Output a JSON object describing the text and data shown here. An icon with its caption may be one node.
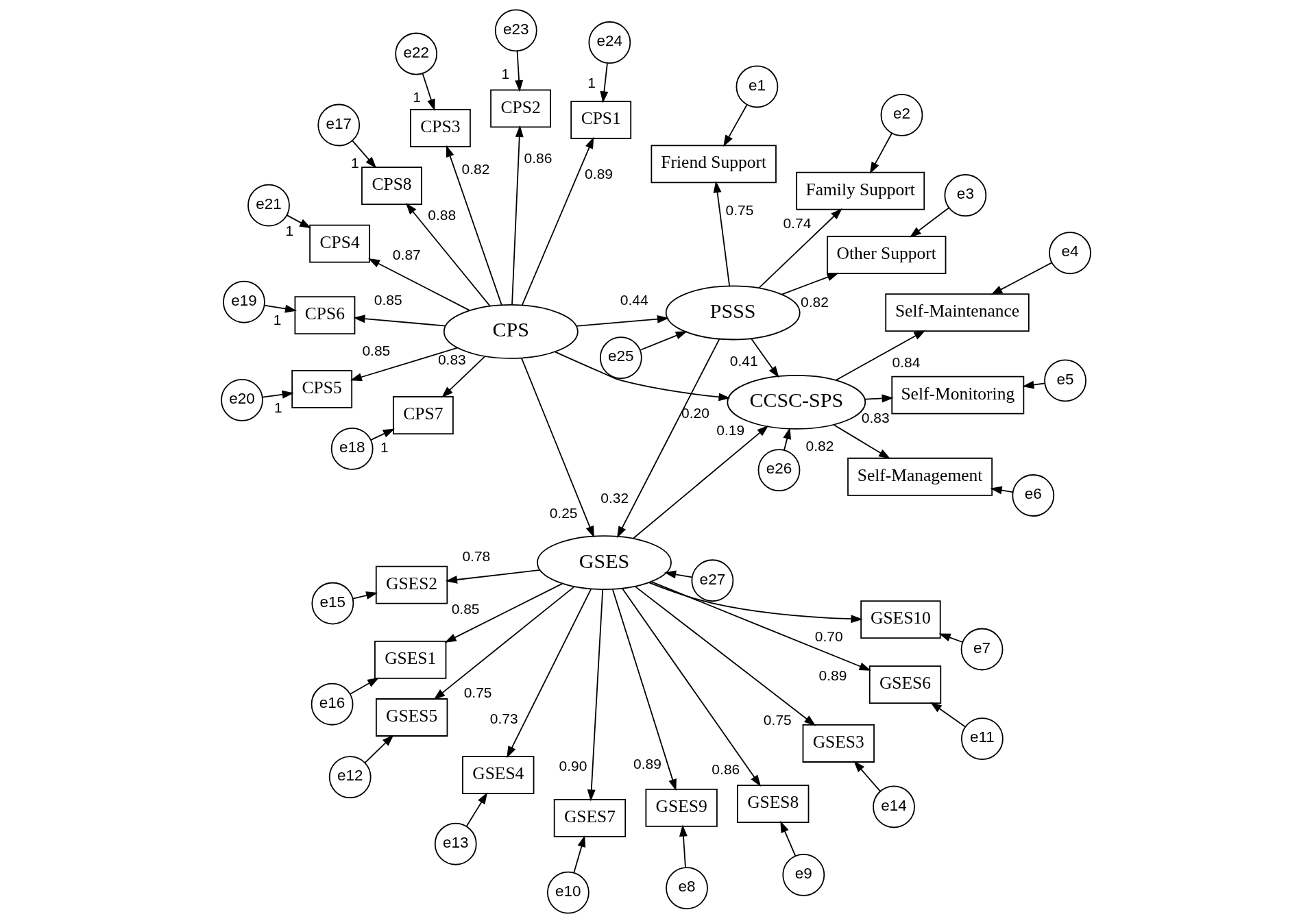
{
  "diagram": {
    "nodes": [
      {
        "text": [
          "e1"
        ]
      },
      {
        "text": [
          "e2"
        ]
      },
      {
        "text": [
          "e3"
        ]
      },
      {
        "text": [
          "Friend Support"
        ]
      },
      {
        "text": [
          "Family Support"
        ]
      },
      {
        "text": [
          "Other Support"
        ]
      },
      {
        "text": [
          "e25"
        ]
      },
      {
        "text": [
          "e24"
        ]
      },
      {
        "text": [
          "CPS1"
        ]
      },
      {
        "text": [
          "PSSS"
        ]
      },
      {
        "text": [
          "e23"
        ]
      },
      {
        "text": [
          "CPS2"
        ]
      },
      {
        "text": [
          "e22"
        ]
      },
      {
        "text": [
          "CPS3"
        ]
      },
      {
        "text": [
          "Self-Maintenance"
        ]
      },
      {
        "text": [
          "e4"
        ]
      },
      {
        "text": [
          "e21"
        ]
      },
      {
        "text": [
          "CPS4"
        ]
      },
      {
        "text": [
          "CPS"
        ]
      },
      {
        "text": [
          "CCSC-SPS"
        ]
      },
      {
        "text": [
          "Self-Monitoring"
        ]
      },
      {
        "text": [
          "e5"
        ]
      },
      {
        "text": [
          "e20"
        ]
      },
      {
        "text": [
          "CPS5"
        ]
      },
      {
        "text": [
          "Self-Management"
        ]
      },
      {
        "text": [
          "e6"
        ]
      },
      {
        "text": [
          "e19"
        ]
      },
      {
        "text": [
          "CPS6"
        ]
      },
      {
        "text": [
          "GSES"
        ]
      },
      {
        "text": [
          "e27"
        ]
      },
      {
        "text": [
          "e18"
        ]
      },
      {
        "text": [
          "CPS7"
        ]
      },
      {
        "text": [
          "e26"
        ]
      },
      {
        "text": [
          "e17"
        ]
      },
      {
        "text": [
          "CPS8"
        ]
      },
      {
        "text": [
          "GSES1"
        ]
      },
      {
        "text": [
          "GSES2"
        ]
      },
      {
        "text": [
          "GSES3"
        ]
      },
      {
        "text": [
          "GSES4"
        ]
      },
      {
        "text": [
          "GSES5"
        ]
      },
      {
        "text": [
          "GSES6"
        ]
      },
      {
        "text": [
          "GSES7"
        ]
      },
      {
        "text": [
          "GSES8"
        ]
      },
      {
        "text": [
          "GSES9"
        ]
      },
      {
        "text": [
          "GSES10"
        ]
      },
      {
        "text": [
          "e16"
        ]
      },
      {
        "text": [
          "e15"
        ]
      },
      {
        "text": [
          "e14"
        ]
      },
      {
        "text": [
          "e13"
        ]
      },
      {
        "text": [
          "e12"
        ]
      },
      {
        "text": [
          "e11"
        ]
      },
      {
        "text": [
          "e10"
        ]
      },
      {
        "text": [
          "e9"
        ]
      },
      {
        "text": [
          "e8"
        ]
      },
      {
        "text": [
          "e7"
        ]
      }
    ],
    "edges": [
      {
        "from": 0,
        "to": 3,
        "arrow": "to"
      },
      {
        "from": 1,
        "to": 4,
        "arrow": "to"
      },
      {
        "from": 2,
        "to": 5,
        "arrow": "to"
      },
      {
        "from": 9,
        "to": 3,
        "arrow": "to",
        "label": "0.75"
      },
      {
        "from": 9,
        "to": 4,
        "arrow": "to",
        "label": "0.74"
      },
      {
        "from": 9,
        "to": 5,
        "arrow": "to",
        "label": "0.82"
      },
      {
        "from": 6,
        "to": 9,
        "arrow": "to"
      },
      {
        "from": 7,
        "to": 8,
        "arrow": "to",
        "label": "1"
      },
      {
        "from": 10,
        "to": 11,
        "arrow": "to",
        "label": "1"
      },
      {
        "from": 12,
        "to": 13,
        "arrow": "to",
        "label": "1"
      },
      {
        "from": 16,
        "to": 17,
        "arrow": "to",
        "label": "1"
      },
      {
        "from": 22,
        "to": 23,
        "arrow": "to",
        "label": "1"
      },
      {
        "from": 26,
        "to": 27,
        "arrow": "to",
        "label": "1"
      },
      {
        "from": 30,
        "to": 31,
        "arrow": "to",
        "label": "1"
      },
      {
        "from": 33,
        "to": 34,
        "arrow": "to",
        "label": "1"
      },
      {
        "from": 18,
        "to": 8,
        "arrow": "to",
        "label": "0.89"
      },
      {
        "from": 18,
        "to": 11,
        "arrow": "to",
        "label": "0.86"
      },
      {
        "from": 18,
        "to": 13,
        "arrow": "to",
        "label": "0.82"
      },
      {
        "from": 18,
        "to": 17,
        "arrow": "to",
        "label": "0.87"
      },
      {
        "from": 18,
        "to": 23,
        "arrow": "to",
        "label": "0.85"
      },
      {
        "from": 18,
        "to": 27,
        "arrow": "to",
        "label": "0.85"
      },
      {
        "from": 18,
        "to": 31,
        "arrow": "to",
        "label": "0.83"
      },
      {
        "from": 18,
        "to": 34,
        "arrow": "to",
        "label": "0.88"
      },
      {
        "from": 18,
        "to": 9,
        "arrow": "to",
        "label": "0.44"
      },
      {
        "from": 9,
        "to": 19,
        "arrow": "to",
        "label": "0.41"
      },
      {
        "from": 18,
        "to": 19,
        "arrow": "to",
        "label": "0.20"
      },
      {
        "from": 9,
        "to": 28,
        "arrow": "to",
        "label": "0.32"
      },
      {
        "from": 18,
        "to": 28,
        "arrow": "to",
        "label": "0.25"
      },
      {
        "from": 28,
        "to": 19,
        "arrow": "to",
        "label": "0.19"
      },
      {
        "from": 19,
        "to": 14,
        "arrow": "to",
        "label": "0.84"
      },
      {
        "from": 19,
        "to": 20,
        "arrow": "to",
        "label": "0.83"
      },
      {
        "from": 19,
        "to": 24,
        "arrow": "to",
        "label": "0.82"
      },
      {
        "from": 15,
        "to": 14,
        "arrow": "to"
      },
      {
        "from": 21,
        "to": 20,
        "arrow": "to"
      },
      {
        "from": 25,
        "to": 24,
        "arrow": "to"
      },
      {
        "from": 32,
        "to": 19,
        "arrow": "to"
      },
      {
        "from": 29,
        "to": 28,
        "arrow": "to"
      },
      {
        "from": 28,
        "to": 35,
        "arrow": "to",
        "label": "0.85"
      },
      {
        "from": 28,
        "to": 36,
        "arrow": "to",
        "label": "0.78"
      },
      {
        "from": 28,
        "to": 37,
        "arrow": "to",
        "label": "0.75"
      },
      {
        "from": 28,
        "to": 38,
        "arrow": "to",
        "label": "0.73"
      },
      {
        "from": 28,
        "to": 39,
        "arrow": "to",
        "label": "0.75"
      },
      {
        "from": 28,
        "to": 40,
        "arrow": "to",
        "label": "0.89"
      },
      {
        "from": 28,
        "to": 41,
        "arrow": "to",
        "label": "0.90"
      },
      {
        "from": 28,
        "to": 42,
        "arrow": "to",
        "label": "0.86"
      },
      {
        "from": 28,
        "to": 43,
        "arrow": "to",
        "label": "0.89"
      },
      {
        "from": 28,
        "to": 44,
        "arrow": "to",
        "label": "0.70"
      },
      {
        "from": 45,
        "to": 35,
        "arrow": "to"
      },
      {
        "from": 46,
        "to": 36,
        "arrow": "to"
      },
      {
        "from": 47,
        "to": 37,
        "arrow": "to"
      },
      {
        "from": 48,
        "to": 38,
        "arrow": "to"
      },
      {
        "from": 49,
        "to": 39,
        "arrow": "to"
      },
      {
        "from": 50,
        "to": 40,
        "arrow": "to"
      },
      {
        "from": 51,
        "to": 41,
        "arrow": "to"
      },
      {
        "from": 52,
        "to": 42,
        "arrow": "to"
      },
      {
        "from": 53,
        "to": 43,
        "arrow": "to"
      },
      {
        "from": 54,
        "to": 44,
        "arrow": "to"
      }
    ]
  }
}
